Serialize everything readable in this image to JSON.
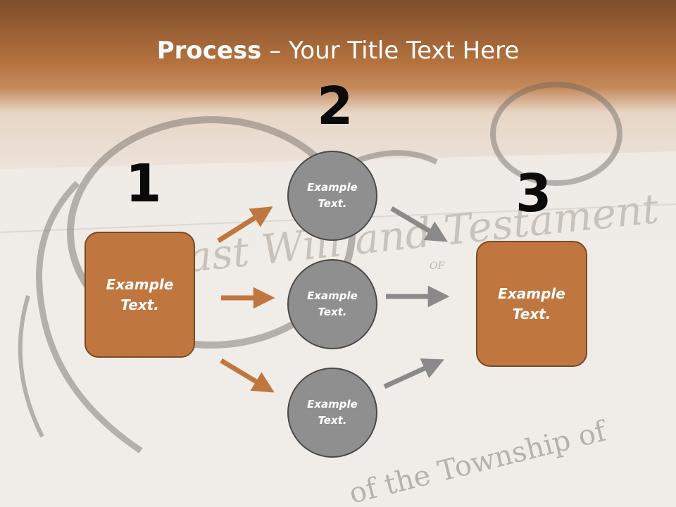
{
  "title": {
    "bold": "Process",
    "rest": " – Your Title Text Here"
  },
  "steps": [
    {
      "number": "1"
    },
    {
      "number": "2"
    },
    {
      "number": "3"
    }
  ],
  "boxes": [
    {
      "line1": "Example",
      "line2": "Text."
    },
    {
      "line1": "Example",
      "line2": "Text."
    }
  ],
  "circles": [
    {
      "line1": "Example",
      "line2": "Text."
    },
    {
      "line1": "Example",
      "line2": "Text."
    },
    {
      "line1": "Example",
      "line2": "Text."
    }
  ],
  "background_text": {
    "heading": "Last Will and Testament",
    "of": "OF",
    "township": "of the Township of"
  },
  "colors": {
    "accent_orange": "#c0773f",
    "circle_gray": "#8f8f8f",
    "arrow_gray": "#8a8a8a",
    "title_band": "#b5723f"
  }
}
